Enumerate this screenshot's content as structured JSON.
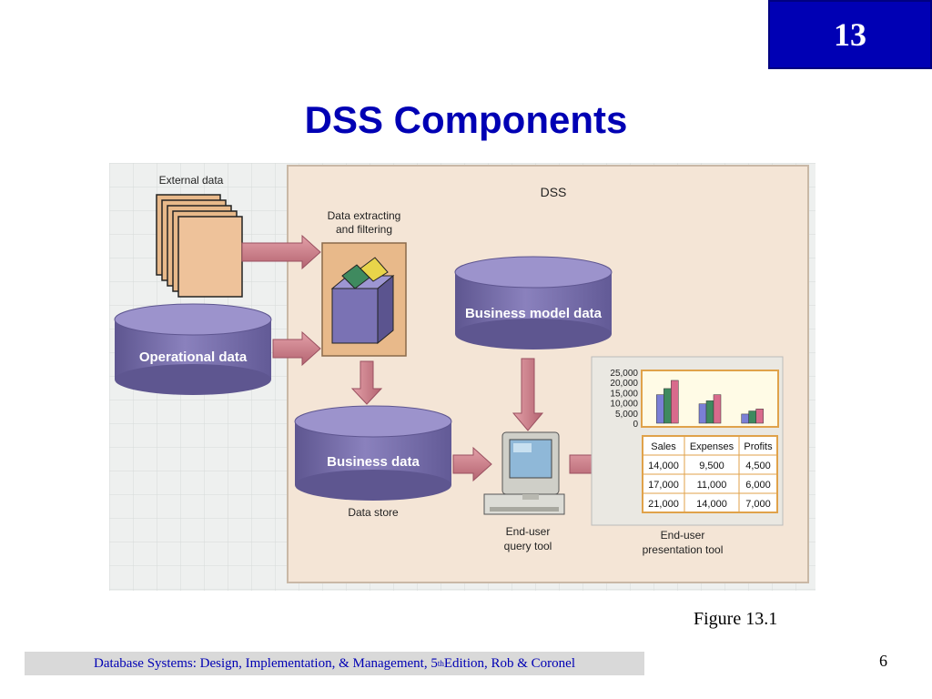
{
  "slide": {
    "chapter_number": "13",
    "title": "DSS Components",
    "caption": "Figure 13.1",
    "page_number": "6",
    "footer": {
      "part1": "Database Systems: Design, Implementation, & Management, 5",
      "superscript": "th",
      "part2": " Edition, Rob & Coronel"
    }
  },
  "diagram": {
    "external_data": "External data",
    "dss": "DSS",
    "extract_line1": "Data extracting",
    "extract_line2": "and filtering",
    "operational_data": "Operational data",
    "business_model_data": "Business model data",
    "business_data": "Business data",
    "data_store": "Data store",
    "query_tool_line1": "End-user",
    "query_tool_line2": "query tool",
    "presentation_line1": "End-user",
    "presentation_line2": "presentation tool"
  },
  "chart_data": {
    "type": "bar",
    "categories": [
      "Sales",
      "Expenses",
      "Profits"
    ],
    "series": [
      {
        "values": [
          14000,
          9500,
          4500
        ]
      },
      {
        "values": [
          17000,
          11000,
          6000
        ]
      },
      {
        "values": [
          21000,
          14000,
          7000
        ]
      }
    ],
    "yticks": [
      "25,000",
      "20,000",
      "15,000",
      "10,000",
      "5,000",
      "0"
    ],
    "ylim": [
      0,
      25000
    ],
    "colors": [
      "#7a7fd6",
      "#3f8a5f",
      "#d86a8c"
    ]
  },
  "table": {
    "headers": [
      "Sales",
      "Expenses",
      "Profits"
    ],
    "rows": [
      [
        "14,000",
        "9,500",
        "4,500"
      ],
      [
        "17,000",
        "11,000",
        "6,000"
      ],
      [
        "21,000",
        "14,000",
        "7,000"
      ]
    ]
  }
}
